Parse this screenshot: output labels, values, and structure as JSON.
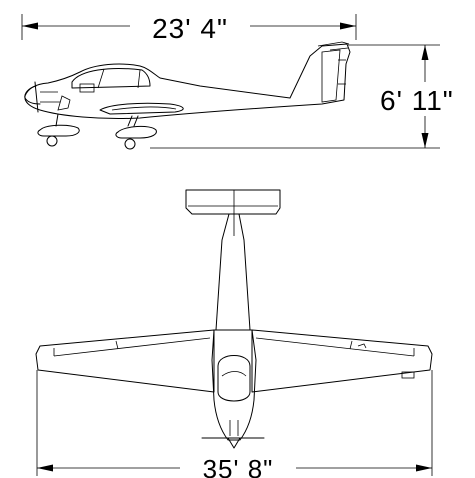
{
  "dimensions": {
    "length": "23'  4\"",
    "height": "6'  11\"",
    "wingspan": "35'  8\""
  },
  "colors": {
    "line": "#000000",
    "background": "#ffffff"
  }
}
